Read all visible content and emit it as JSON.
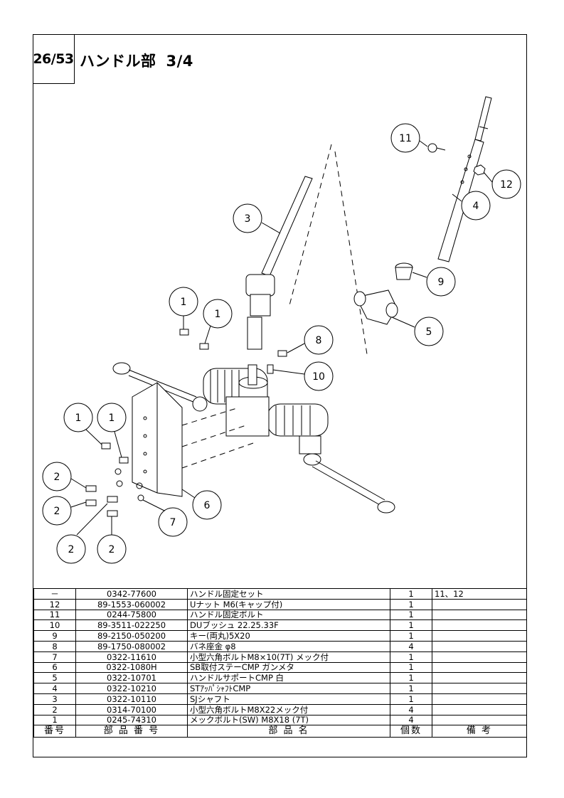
{
  "header": {
    "page_number": "26/53",
    "title": "ハンドル部",
    "subtitle": "3/4"
  },
  "diagram": {
    "callouts": [
      "1",
      "1",
      "1",
      "1",
      "2",
      "2",
      "2",
      "2",
      "3",
      "4",
      "5",
      "6",
      "7",
      "8",
      "9",
      "10",
      "11",
      "12"
    ]
  },
  "parts_table": {
    "columns": [
      "番号",
      "部 品 番 号",
      "部 品 名",
      "個数",
      "備 考"
    ],
    "rows": [
      {
        "no": "－",
        "part_no": "0342-77600",
        "name": "ハンドル固定セット",
        "qty": "1",
        "remarks": "11、12"
      },
      {
        "no": "12",
        "part_no": "89-1553-060002",
        "name": "Uナット M6(キャップ付)",
        "qty": "1",
        "remarks": ""
      },
      {
        "no": "11",
        "part_no": "0244-75800",
        "name": "ハンドル固定ボルト",
        "qty": "1",
        "remarks": ""
      },
      {
        "no": "10",
        "part_no": "89-3511-022250",
        "name": "DUブッシュ 22.25.33F",
        "qty": "1",
        "remarks": ""
      },
      {
        "no": "9",
        "part_no": "89-2150-050200",
        "name": "キー(両丸)5X20",
        "qty": "1",
        "remarks": ""
      },
      {
        "no": "8",
        "part_no": "89-1750-080002",
        "name": "バネ座金 φ8",
        "qty": "4",
        "remarks": ""
      },
      {
        "no": "7",
        "part_no": "0322-11610",
        "name": "小型六角ボルトM8×10(7T) メック付",
        "qty": "1",
        "remarks": ""
      },
      {
        "no": "6",
        "part_no": "0322-1080H",
        "name": "SB取付ステーCMP ガンメタ",
        "qty": "1",
        "remarks": ""
      },
      {
        "no": "5",
        "part_no": "0322-10701",
        "name": "ハンドルサポートCMP 白",
        "qty": "1",
        "remarks": ""
      },
      {
        "no": "4",
        "part_no": "0322-10210",
        "name": "STｱｯﾊﾟｼｬﾌﾄCMP",
        "qty": "1",
        "remarks": ""
      },
      {
        "no": "3",
        "part_no": "0322-10110",
        "name": "SJシャフト",
        "qty": "1",
        "remarks": ""
      },
      {
        "no": "2",
        "part_no": "0314-70100",
        "name": "小型六角ボルトM8X22メック付",
        "qty": "4",
        "remarks": ""
      },
      {
        "no": "1",
        "part_no": "0245-74310",
        "name": "メックボルト(SW) M8X18 (7T)",
        "qty": "4",
        "remarks": ""
      }
    ]
  }
}
